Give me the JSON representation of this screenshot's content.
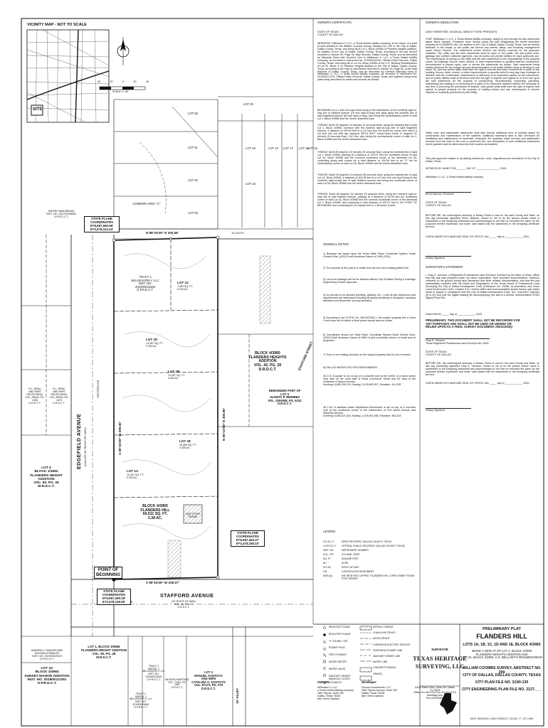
{
  "vicinity": {
    "title": "VICINITY MAP - NOT TO SCALE",
    "site": "SITE"
  },
  "scale": {
    "ticks": [
      "40",
      "20",
      "0",
      "20",
      "40"
    ],
    "label": "SCALE 1\"=20'"
  },
  "map": {
    "lot20": "LOT 20",
    "lot50": "LOT 50",
    "lot51": "LOT 51",
    "lot52": "LOT 52",
    "lot53": "LOT 53",
    "lot19": "LOT 19",
    "lot18": "LOT 18",
    "lot1c": "LOT 1C",
    "lot17": "LOT 17",
    "lot16": "LOT 16",
    "lot15": "LOT 15",
    "lot1d": "LOT 1D",
    "lot1a": "LOT 1A",
    "lot1b": "LOT 1B",
    "lot1e": "LOT 1E",
    "common_area": "COMMON AREA \"C\"",
    "alley": "10' ALLEY",
    "alley15": "15' ALLEY",
    "north_bearing": "N 89°15'25\" E 200.08'",
    "south_bearing": "S 89°15'25\" W 200.07'",
    "east_bearing": "N 00°13'58\" E 300.98'",
    "west_bearing": "S 00°33'29\" W 299.90'",
    "street_edgefield": "EDGEFIELD AVENUE",
    "street_edgefield_sub": "(CALLED 60' RIGHT-OF-WAY)",
    "street_stafford": "STAFFORD AVENUE",
    "street_stafford_sub": "(70' RIGHT-OF-WAY)\nVOL. 85, PG. 79\nD.R.D.C.T.",
    "stafford_street_vert": "STAFFORD STREET",
    "block_main": "BLOCK 4/3965\nFLANDERS HILL\n60,011 SQ. FT.\n1.38 AC.",
    "block_east": "BLOCK 4/3965\nFLANDERS HEIGHTS\nADDITION\nVOL. 42, PG. 39\nD.R.D.C.T.",
    "remainder": "REMAINDER PART OF\nLOT 3\nJUANITA P. REMIREZ\nVOL. 2004008, PG. 6312\nD.R.D.C.T.",
    "westland": "TRACT 1\nWILLIEASON V, LLC\nINST. NO.\n201900216160\nO.P.R.D.C.T.",
    "lot1d_area": "14,497 SQ. FT.\n0.333 AC.",
    "lot1a_area": "14,497 SQ. FT.\n0.333 AC.",
    "lot1b_area": "14,497 SQ. FT.\n0.333 AC.",
    "lot1e_area": "15,469 SQ. FT.\n0.355 AC.",
    "lot1c_area": "7,500 SQ. FT.\n0.194 AC.",
    "spc_north": "STATE PLANE\nCOORDINATES\nN=6,967,560.96'\nE=2,478,122.44'",
    "spc_south": "STATE PLANE\nCOORDINATES\nN=6,967,290.18'\nE=2,478,139.55'",
    "spc_east": "STATE PLANE\nCOORDINATES\nN=6,967,262.47'\nE=2,478,338.10'",
    "pob": "POINT OF\nBEGINNING",
    "west_owner1": "R.L. BRAU\nAND WIFE\nHELEN BRAU\nVOL. 99049, PG. 1306\nD.R.D.C.T.",
    "west_owner2": "R.L. BRAU\nAND WIFE\nHELEN BRAU\nVOL. 89099, PG. 1070\nD.R.D.C.T.",
    "lot5": "LOT 5\nBLOCK 1/3962\nFLANDERS HEIGHT ADDITION\nVOL. 90, PG. 28\nM.R.D.C.T.",
    "nw_owner": "ASHISH NIMAJRIDAM\nINST. NO. 201700258690\nO.P.R.D.C.T.",
    "south_block": "ANDREW J. RAMLER AND\nMICHAELA RAMLER\nINST. NO. 201900319378\nO.P.R.D.C.T.",
    "south_block2": "LOT 3A\nBLOCK 3/3964\nSUNSET MANOR ADDITION\nINST. NO. 201800121351\nO.P.R.D.C.T.",
    "lot1_south": "LOT 1, BLOCK 3/3966\nFLANDERS HEIGHT ADDITION\nVOL. 90, PG. 28\nM.R.D.C.T.",
    "tract2": "TRACT 2\nPARCEL 1\nWILLIEASON V, LLC\nINST. NO.\n201900216160\nO.P.R.D.C.T.",
    "tract2b": "TRACT 2\nPARCEL 1\nWILLIEASON V, LLC\nINST. NO.\n201900216160\nO.P.R.D.C.T.",
    "bilverio": "BILVERIO MARTINEZ\nVOL. 71152, PG. 1567\nD.R.D.C.T.",
    "lot3_south": "LOT 3\nMANUEL SANTOYO\nAND WIFE\nCATALINA S. SANTOYO\nVOL. 87173, PG. 070\nD.R.D.C.T.",
    "one_story": "ONE STORY\nFRAME",
    "centerline": "CENTERLINE",
    "centerline2": "CENTER LINE"
  },
  "certificate": {
    "heading": "OWNER'S CERTIFICATE",
    "state": "STATE OF TEXAS\nCOUNTY OF DALLAS",
    "p1": "WHEREAS, Willieason V, LLC, a Texas limited liability company, is the owner of a tract of land situated in the William Coombs Survey, Abstract No. 290 in the City of Dallas, Dallas County, Texas, and being all of Lot 1, Block 4/3965 of Flanders Heights Addition, an addition to the City of Dallas, Dallas County, Texas, according to the plat thereof recorded in Volume 90, Page 28, Map Records, Dallas County, Texas, and as described by Warranty Deed with Vendor's Lien to Willieason V, LLC, a Texas limited liability company, as recorded in Instrument No. 201900216160, Official Public Records, Dallas County, Texas, and being all of Lot 1A, Block 4/3965 of the C.E. Bellamy Resubdivision of Lot 20, Block 4, of Flanders Heights Addition to the City of Dallas, Dallas County, Texas, according to the map or plat thereof recorded in Volume 16, Page 83, of the Map Records of Dallas County, Texas, and as described by General Warranty Deed to Willieason V, LLC, a Texas limited liability company, as recorded in Instrument No. 201900017378, Official Public Records, Dallas County, Texas, and together being more particularly described by metes and bounds as follows:",
    "p2": "BEGINNING at a 1 inch iron pipe found lying in the intersection of the northerly right-of-way line of Stafford Avenue (70 foot right-of-way) and lying along the westerly line of said Edgefield Avenue (60 foot right-of-way), also being the southeasterly corner of said Lot 1, Block 4/3965 and the herein described tract;",
    "p3": "THENCE North 00 degrees 13 minutes 41 seconds West, along the westerly line of said Lot 1, Block 4/3965, common with the easterly right-of-way line of said Edgefield Avenue, a distance of 299.90 feet to a 1/2 inch iron rod found for corner from which a 1/2 inch iron rod with cap stamped \"RPLS 5027\" found bears North 17 degrees 51 minutes 20 seconds East, 2.60 feet, also being the northwesterly corner of said Lot 1, Block 4/3965 and the herein described tract;",
    "p4": "THENCE North 89 degrees 15 minutes 25 seconds East, along the northerly line of said Lot 1, Block 4/3965, passing at a distance of 150.07 feet the northwest corner of said Lot 1A, Block 4/3965 and the common southwest corner of the aforesaid Lot 3A, continuing along said course for a total distance of 200.08 feet to an \"X\" set for northeasterly corner of said Lot 3A, Block 4/3965 and the herein described tract;",
    "p5": "THENCE South 00 degrees 13 minutes 58 seconds East, along the easterly line of said Lot 1A, Block 4/3965, a distance of 300.98 feet to a 1/2 inch iron rod found lying on the northerly right-of-way line of said Stafford Avenue and being the southeast corner of said Lot 3A, Block 4/3965 and the herein described tract;",
    "p6": "THENCE South 89 degrees 15 minutes 25 seconds West, along the northerly right-of-way line of said Stafford Avenue, passing at a distance of 50.00 feet the southwest corner of said Lot 3A, Block 4/3965 and the common southeast corner of the aforesaid Lot 1, Block 4/3965, and continuing a total distance of 200.07 feet to the POINT OF BEGINNING and containing 60,011 square feet or 1.38 acres of land."
  },
  "notes": {
    "heading": "GENERAL NOTES:",
    "n1": "1) Bearings are based upon the Texas State Plane Coordinate System, North Central Zone, (4202) North American Datum of 1983 (2011).",
    "n2": "2) The purpose of this plat is to create five lots from two existing platted lots.",
    "n3": "3) Lot-to-lot drainage will not be allowed without City of Dallas Paving & Drainage Engineering Section approval.",
    "n4": "4) No permits to be allowed (building, grading, etc...) until all city ordinances and requirements are addressed including all issues pertaining to floodplain, floodway alteration and fill permits. (except sprinkler)",
    "n5": "5) According to the F.I.R.M. No. 48113C0345 L, the subject property lies in Zone X and does not lie within a flood prone hazard area as shown.",
    "n6": "6) Coordinates shown are State Plane Coordinate System North Central Zone, (4202) North American Datum of 1983 on grid coordinate values, no scale and no projection.",
    "n7": "7) There is an existing structure on the subject property that is to be removed.",
    "n8": "8) DALLAS WATER UTILITIES BENCHMARKS:",
    "bm1": "4K-T-S: A square is cut on top of a concrete curb at the center of a storm sewer drop inlet on the north side of Road Commerce Street and 60' west of the centerline of Spruce Avenue.\nNorthing: 6,965,226.103, Easting: 2,478,669.357, Elevation: 411.295'",
    "bm2": "4K-T-K3: A standard water department benchmark is set on top of a concrete curb at the southwest corner of the intersection of Fort Worth Avenue and Waverley Avenue.\nNorthing: 6,958,521.340, Easting: 2,478,901.468, Elevation: 484.323'"
  },
  "legend": {
    "heading": "LEGEND",
    "abbr": [
      [
        "D.R.D.C.T.",
        "DEED RECORDS, DALLAS COUNTY, TEXAS"
      ],
      [
        "O.P.R.D.C.T.",
        "OFFICIAL PUBLIC RECORDS, DALLAS COUNTY, TEXAS"
      ],
      [
        "INST. NO.",
        "INSTRUMENT NUMBER"
      ],
      [
        "VOL., PG.",
        "VOLUME, PAGE"
      ],
      [
        "SQ. FT.",
        "SQUARE FEET"
      ],
      [
        "AC.",
        "ACRE"
      ],
      [
        "R.O.W.",
        "RIGHT-OF-WAY"
      ],
      [
        "CM",
        "CONTROLLING MONUMENT"
      ],
      [
        "MON (s)",
        "5/8\" IRON ROD CAPPED \"FLANDERS HILL 5 RPLS 5086\" FOUND FOR CORNER"
      ]
    ],
    "symbols": [
      "IRON ROD FOUND",
      "IRON PIPE FOUND",
      "\"X\" FOUND / SET",
      "POWER POLE",
      "FIRE HYDRANT",
      "WATER METER",
      "WATER VALVE",
      "SANITARY SEWER MANHOLE COVER",
      "CLEANOUT"
    ],
    "lines": [
      "ASPHALT PAVING",
      "CHAIN LINK FENCE",
      "WOOD FENCE",
      "OVERHEAD ELECTRIC SERVICE",
      "OVERHEAD POWER LINE",
      "SANITARY SEWER LINE",
      "WATER LINE",
      "CONCRETE PAVING",
      "GRAVEL"
    ]
  },
  "dedication": {
    "heading": "OWNER'S DEDICATION",
    "intro": "NOW THEREFORE, KNOW ALL MEN BY THESE PRESENTS:",
    "p1": "THAT, Willieason V, LLC, a Texas limited liability company, acting by and through its duly authorized agent, Brent Jackson, President, does hereby adopt this plat, designating the herein described property as FLANDERS HILL an addition to the City of Dallas, Dallas County, Texas, and do hereby dedicate, in fee simple, to the public use forever any streets, alleys, and floodway management areas shown thereon. The easements shown thereon are hereby reserved for the purposes indicated. The utility and fire lane easements shall be open to the public, fire and police units, garbage and rubbish collection agencies, and all public and private utilities for each particular use. The maintenance of paving on the utility and fire lane easements is the responsibility of the property owner. No buildings, fences, trees, shrubs, or other improvements or growths shall be constructed, reconstructed or placed upon, over or across the easements as shown. Said easements being hereby reserved for the mutual use and accommodation of all public utilities using or desiring to use same. All, and any public utility shall have the right to remove and keep removed all or parts of any building, fences, trees, shrubs, or other improvements or growths which in any way may endanger or interfere with the construction, maintenance or efficiency of its respective system on the easements, and all public utilities shall at all times have the full right of ingress and egress to or from and upon the said easements for the purpose of constructing, reconstructing, inspecting, patrolling, maintaining and adding to or removing all or parts of its respective systems without the necessity at any time of procuring the permission of anyone. (Any public utility shall have the right of ingress and egress to private property for the purpose of reading meters and any maintenance or service required or ordinarily performed by that utility).",
    "p2": "Water main and wastewater easements shall also include additional area of working space for construction and maintenance of the systems. Additional easement area is also conveyed for installation and maintenance of manholes, cleanouts, fire hydrants, water services and wastewater services from the main to the curb or pavement line, and description of such additional easements herein granted shall be determined by their location as installed.",
    "p3": "This plat approved subject to all platting ordinances, rules, regulations and resolutions of the City of Dallas, Texas.",
    "witness": "WITNESS MY HAND THIS ______ DAY OF ________________, 2020.",
    "company": "Willieason V, LLC, a Texas limited liability company",
    "signer": "Brent Jackson, President",
    "state2": "STATE OF TEXAS\nCOUNTY OF DALLAS",
    "notary1": "BEFORE ME, the undersigned authority, a Notary Public in and for the said County and State, on this day personally appeared Brent Jackson, known to me to be the person whose name is subscribed to the foregoing instrument and acknowledged to me that he executed the same for the purposes therein expressed and under oath stated that the statements in the foregoing certificate are true.",
    "given1": "GIVEN UNDER MY HAND AND SEAL OF OFFICE, this _____ day of ____________, 2020.",
    "notary_sig": "Notary Signature",
    "surveyor_heading": "SURVEYOR'S STATEMENT",
    "surveyor": "I, Gary E. Johnson, a Registered Professional Land Surveyor, licensed by the State of Texas, affirm that this plat was prepared under my direct supervision, from recorded documentation, evidence collected on the ground during field operations and other reliable documentation; and that this plat substantially complies with the Rules and Regulations of the Texas Board of Professional Land Surveying, the City of Dallas Development Code (Ordinance No. 19455, as amended), and Texas Local Government Code, Chapter 212. I further affirm that monumentation shown hereon was either found or placed in compliance with the City of Dallas Development Code, Sec. 51A-8.617 (a)(b)(c)(d) & (e); and that the digital drawing file accompanying this plat is a precise representation of this Signed Final Plat.",
    "dated": "Dated this the _____ day of ____________, 2020.",
    "preliminary": "PRELIMINARY, THIS DOCUMENT SHALL NOT BE RECORDED FOR ANY PURPOSES AND SHALL NOT BE USED OR VIEWED OR RELIED UPON AS A FINAL SURVEY DOCUMENT. (06/11/2020)",
    "gary": "Gary E. Johnson\nTexas Registered Professional Land Surveyor No. 5299",
    "state3": "STATE OF TEXAS\nCOUNTY OF DALLAS",
    "notary2": "BEFORE ME, the undersigned authority, a Notary Public in and for the said County and State, on this day personally appeared Gary E. Johnson, known to me to be the person whose name is subscribed to the foregoing instrument and acknowledged to me that he executed the same for the purposes therein expressed and under oath stated that the statements in the foregoing certificate are true.",
    "given2": "GIVEN UNDER MY HAND AND SEAL OF OFFICE, this _____ day of ____________, 2020.",
    "notary_sig2": "Notary Signature"
  },
  "titleblock": {
    "preliminary": "PRELIMINARY PLAT",
    "name": "FLANDERS HILL",
    "lots": "LOTS 1A, 1B, 1C, 1D AND 1E, BLOCK 4/3965",
    "replat": "BEING A REPLAT OF LOT 1, BLOCK 4/3965\nFLANDERS HEIGHTS ADDITION AND\nLOT 3A, BLOCK 4/3965, C.E. BELLAMY'S RESUBDIVISION",
    "survey": "WILLIAM COOMBS SURVEY, ABSTRACT NO. 290",
    "city": "CITY OF DALLAS, DALLAS COUNTY, TEXAS",
    "plan_no": "CITY PLAN FILE NO. S190-135",
    "eng_no": "CITY ENGINEERING PLAN FILE NO. 311T-___",
    "date": "DATE: 06/03/2020 | JOB # 1902013-7 | SCALE: 1\" = 20' | JAW",
    "owner_label": "OWNER:",
    "owner": "Willieason V, LLC\na Texas limited liability company\n1861 Sylvan, Suite 200\nDallas, Texas 75208\nAttn: Brent Jackson",
    "dev_label": "Developer:",
    "developer": "Denovo Investments, LLC\n1861 Sylvan Avenue, Suite 200\nDallas, Texas 75208\nAttn: Brent Jackson",
    "surveyor_label": "SURVEYOR",
    "firm1": "TEXAS HERITAGE",
    "firm2": "SURVEYING, LLC",
    "firm_addr": "10610 Metric Drive, Suite 124, Dallas, TX 75243\nOffice 214-340-9700  Fax 214-340-9710\ntxheritage.com\nFirm #10169300"
  },
  "colors": {
    "ink": "#111111",
    "paper": "#ffffff",
    "hatch": "#555555"
  }
}
